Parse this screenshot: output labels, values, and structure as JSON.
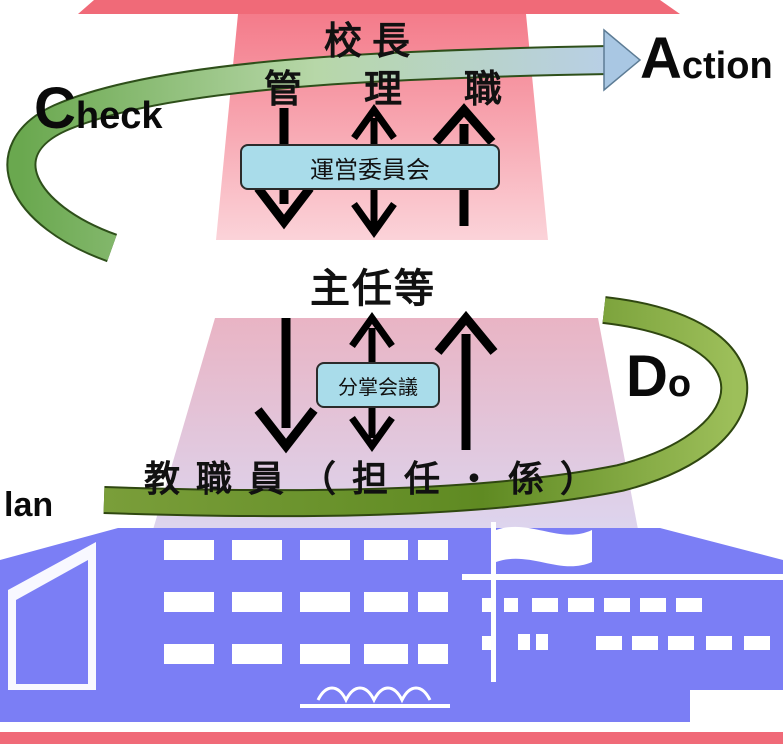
{
  "levels": {
    "principal": "校長",
    "management": "管　理　職",
    "chief": "主任等",
    "staff": "教職員（担任・係）"
  },
  "meetings": {
    "steering": "運営委員会",
    "division": "分掌会議"
  },
  "cycle": {
    "plan": {
      "cap": "",
      "rest": "lan"
    },
    "do": {
      "cap": "D",
      "rest": "o"
    },
    "check": {
      "cap": "C",
      "rest": "heck"
    },
    "action": {
      "cap": "A",
      "rest": "ction"
    }
  },
  "colors": {
    "upper_band": "#f7a6b0",
    "lower_band": "#e8c2d0",
    "building": "#7b7ef5",
    "check_arrow": "#8fc07a",
    "do_arrow": "#6e9a2a",
    "meeting_box": "#a9dcea",
    "border_strip": "#f06a78"
  },
  "icons": [
    "flag-icon",
    "building-illustration",
    "cycle-arrow"
  ]
}
